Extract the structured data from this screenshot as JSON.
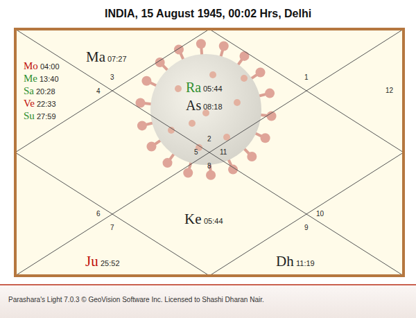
{
  "diagram": {
    "title": "INDIA, 15 August 1945, 00:02 Hrs, Delhi",
    "labels": [
      "Ma",
      "07:27",
      "3",
      "4",
      "Mo",
      "04:00",
      "Me",
      "13:40",
      "Sa",
      "20:28",
      "Ve",
      "22:33",
      "Su",
      "27:59",
      "Ra",
      "05:44",
      "As",
      "08:18",
      "2",
      "5",
      "11",
      "8",
      "1",
      "12",
      "6",
      "7",
      "Ke",
      "05:44",
      "10",
      "9",
      "Ju",
      "25:52",
      "Dh",
      "11:19",
      "Parashara's Light 7.0.3 © GeoVision Software Inc. Licensed to Shashi Dharan Nair."
    ]
  }
}
